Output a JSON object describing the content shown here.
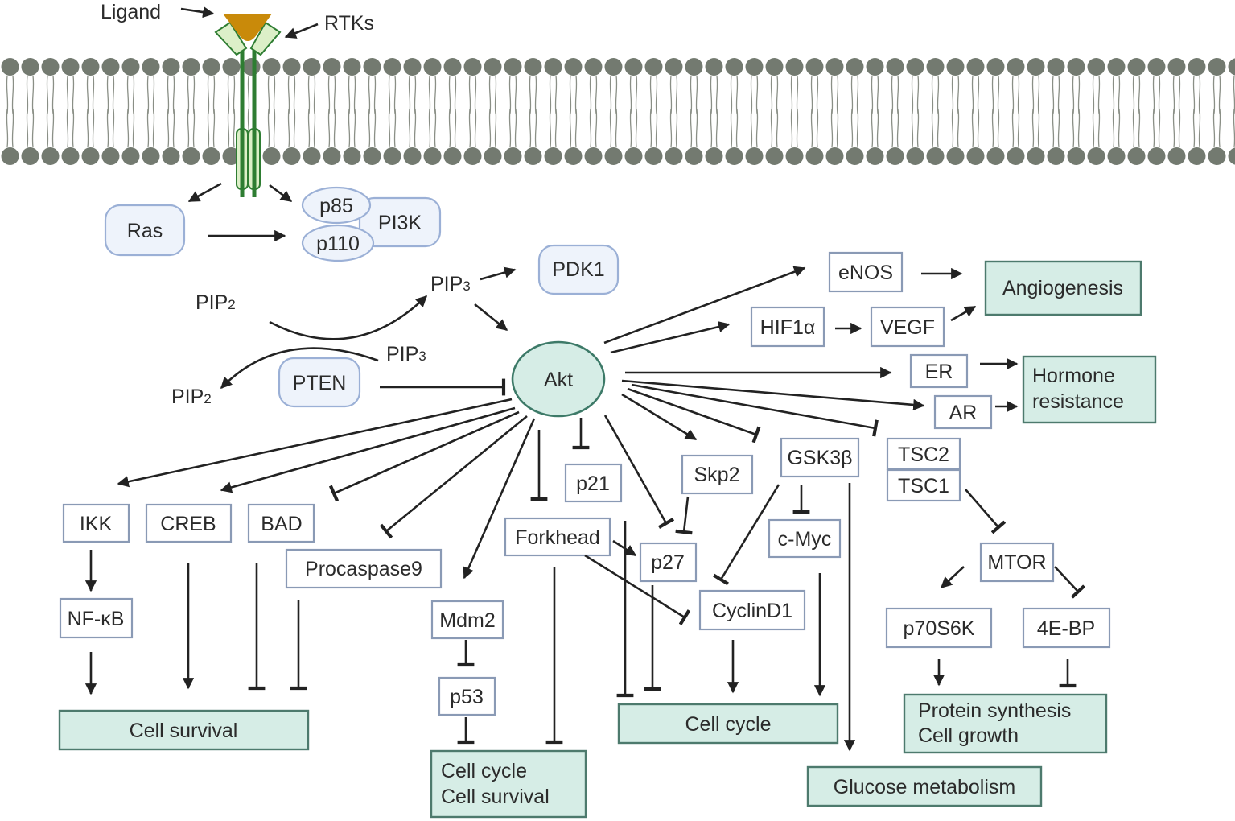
{
  "receptor": {
    "ligand": "Ligand",
    "rtks": "RTKs"
  },
  "molecules": {
    "ras": "Ras",
    "p85": "p85",
    "p110": "p110",
    "pi3k": "PI3K",
    "pdk1": "PDK1",
    "pten": "PTEN",
    "akt": "Akt",
    "pip2_a": {
      "main": "PIP",
      "sub": "2"
    },
    "pip3_a": {
      "main": "PIP",
      "sub": "3"
    },
    "pip3_b": {
      "main": "PIP",
      "sub": "3"
    },
    "pip2_b": {
      "main": "PIP",
      "sub": "2"
    }
  },
  "targets": {
    "enos": "eNOS",
    "hif1a": "HIF1α",
    "vegf": "VEGF",
    "er": "ER",
    "ar": "AR",
    "ikk": "IKK",
    "creb": "CREB",
    "bad": "BAD",
    "procaspase9": "Procaspase9",
    "nfkb": "NF-κB",
    "mdm2": "Mdm2",
    "p53": "p53",
    "forkhead": "Forkhead",
    "p21": "p21",
    "p27": "p27",
    "skp2": "Skp2",
    "gsk3b": "GSK3β",
    "cmyc": "c-Myc",
    "cyclind1": "CyclinD1",
    "tsc2": "TSC2",
    "tsc1": "TSC1",
    "mtor": "MTOR",
    "p70s6k": "p70S6K",
    "ebp4": "4E-BP"
  },
  "outcomes": {
    "angiogenesis": "Angiogenesis",
    "hormone_resistance": [
      "Hormone",
      "resistance"
    ],
    "cell_survival": "Cell survival",
    "cell_cycle_survival": [
      "Cell cycle",
      "Cell survival"
    ],
    "cell_cycle": "Cell cycle",
    "protein_synthesis": [
      "Protein synthesis",
      "Cell growth"
    ],
    "glucose_metabolism": "Glucose metabolism"
  },
  "colors": {
    "outcome_fill": "#d6ede6",
    "outcome_stroke": "#4d7a6d",
    "box_stroke": "#8a9ab5",
    "pill_fill": "#eef3fb",
    "akt_fill": "#d6ede6",
    "membrane": "#737a70",
    "receptor": "#2e7d32",
    "ligand": "#c98a0a"
  }
}
